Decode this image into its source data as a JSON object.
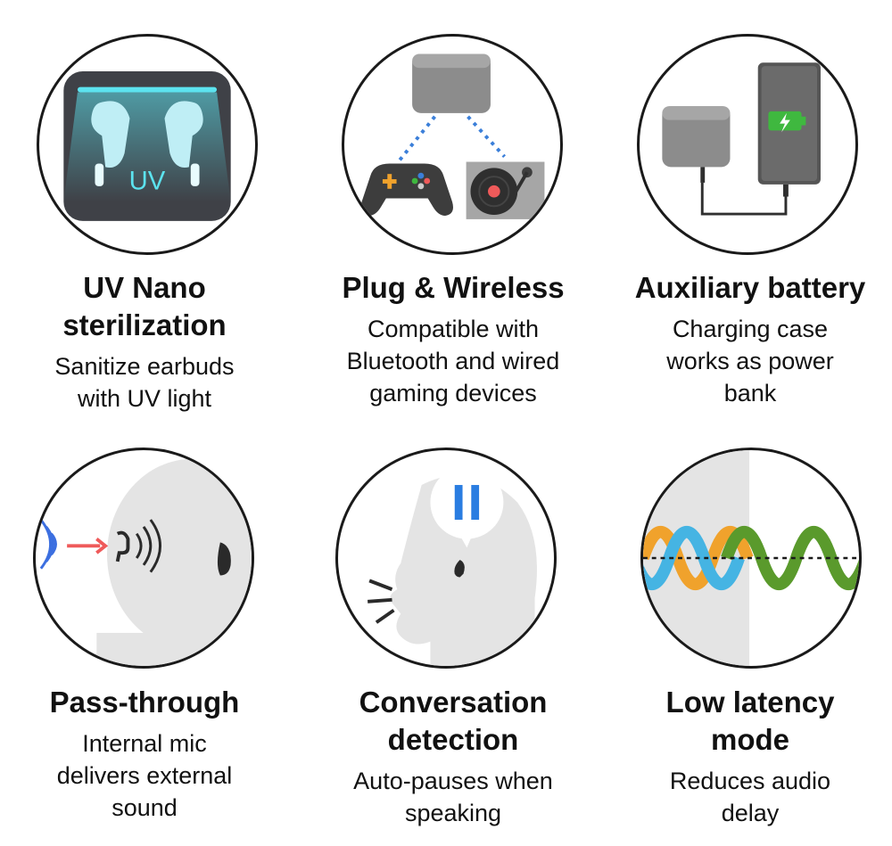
{
  "colors": {
    "outline": "#1a1a1a",
    "uv_glow": "#5ce3ef",
    "case_grey": "#8c8c8c",
    "dotted_blue": "#3b7fd9",
    "sound_blue": "#3c6fe0",
    "arrow_red": "#ef5a5a",
    "pause_blue": "#2a7de1",
    "wave_orange": "#f0a22c",
    "wave_blue": "#45b4e3",
    "wave_green": "#5a9a2c",
    "battery_green": "#3fb83f"
  },
  "features": [
    {
      "id": "uv-nano-sterilization",
      "icon": "uv-sterilizer-icon",
      "icon_text": "UV",
      "title": "UV Nano\nsterilization",
      "description": "Sanitize earbuds\nwith UV light"
    },
    {
      "id": "plug-and-wireless",
      "icon": "gaming-devices-icon",
      "title": "Plug & Wireless",
      "description": "Compatible with\nBluetooth and wired\ngaming devices"
    },
    {
      "id": "auxiliary-battery",
      "icon": "power-bank-icon",
      "title": "Auxiliary battery",
      "description": "Charging case\nworks as power\nbank"
    },
    {
      "id": "pass-through",
      "icon": "ear-sound-icon",
      "title": "Pass-through",
      "description": "Internal mic\ndelivers external\nsound"
    },
    {
      "id": "conversation-detection",
      "icon": "speaking-pause-icon",
      "title": "Conversation\ndetection",
      "description": "Auto-pauses when\nspeaking"
    },
    {
      "id": "low-latency-mode",
      "icon": "latency-wave-icon",
      "title": "Low latency\nmode",
      "description": "Reduces audio\ndelay"
    }
  ]
}
